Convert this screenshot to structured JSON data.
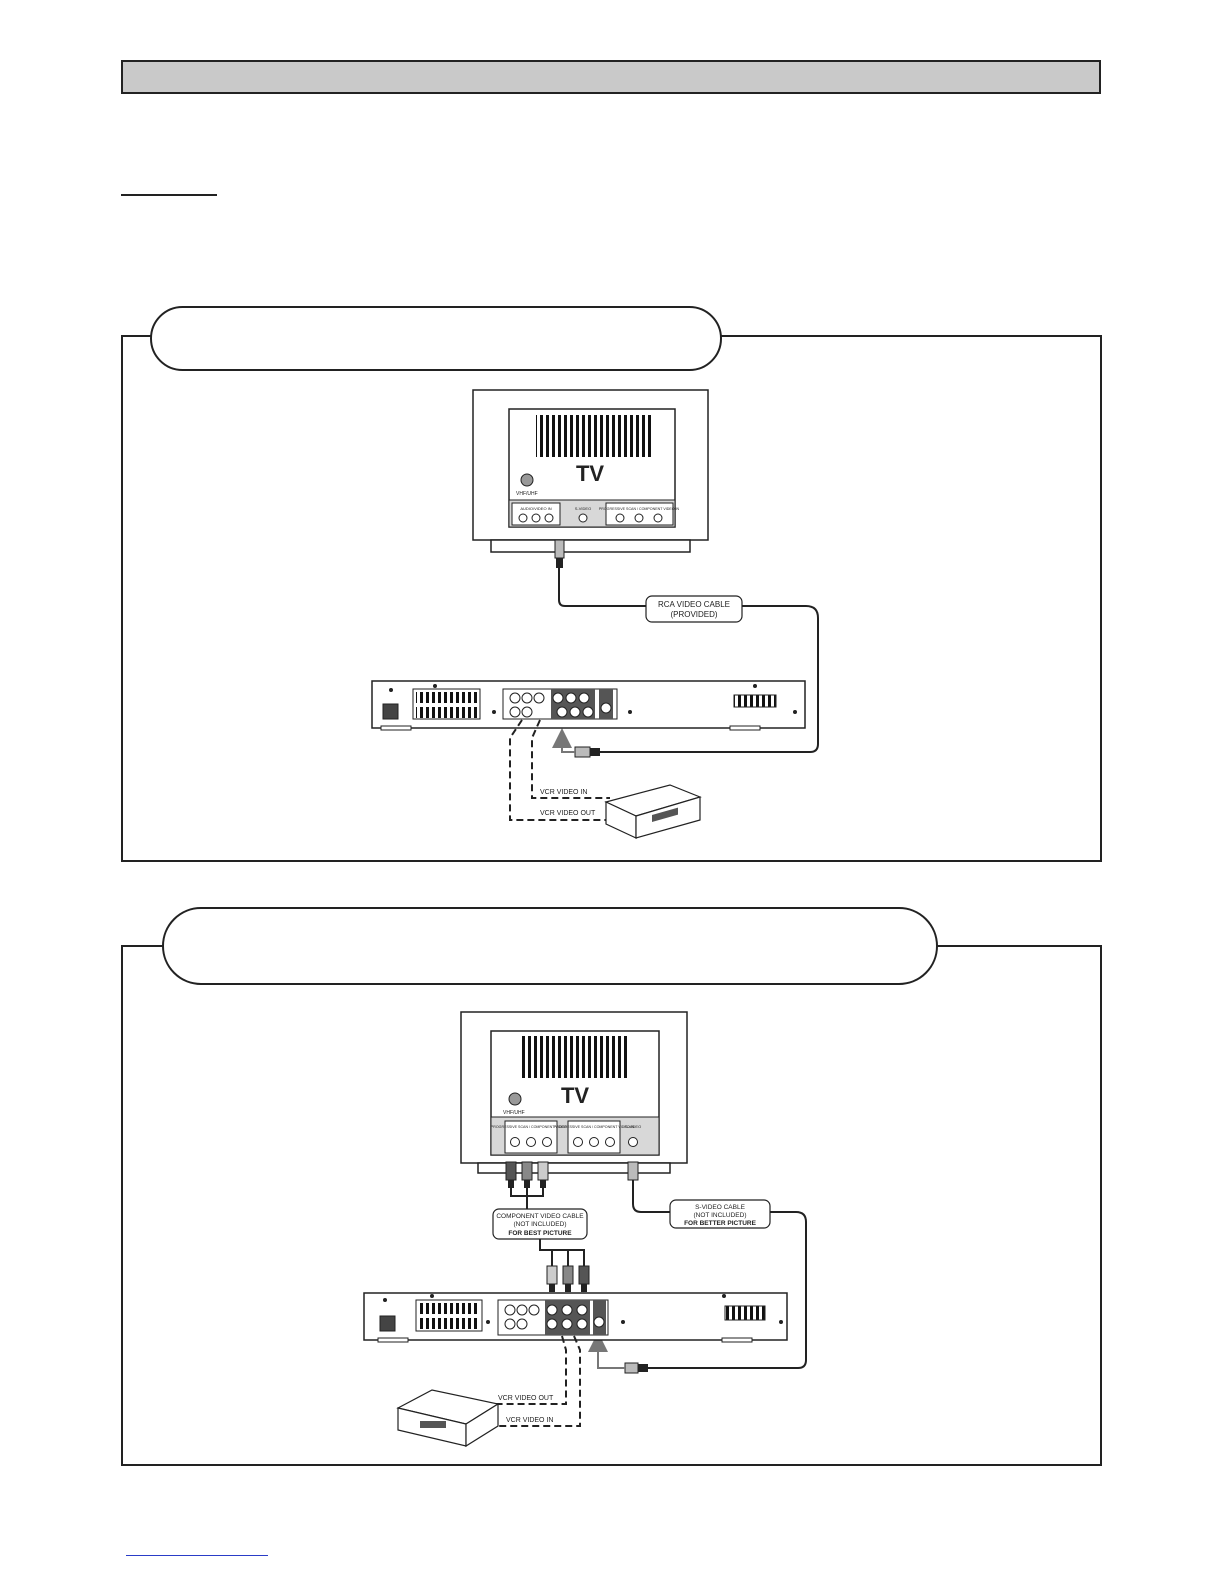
{
  "diagram1": {
    "tv_label": "TV",
    "tv_antenna_label": "VHF/UHF",
    "tv_audio_video_in": "AUDIO/VIDEO IN",
    "tv_svideo": "S-VIDEO",
    "tv_component_in": "PROGRESSIVE SCAN / COMPONENT VIDEO IN",
    "cable_label_line1": "RCA VIDEO CABLE",
    "cable_label_line2": "(PROVIDED)",
    "vcr_video_in": "VCR VIDEO IN",
    "vcr_video_out": "VCR VIDEO OUT"
  },
  "diagram2": {
    "tv_label": "TV",
    "tv_antenna_label": "VHF/UHF",
    "tv_component_in_1": "PROGRESSIVE SCAN / COMPONENT VIDEO IN",
    "tv_component_in_2": "PROGRESSIVE SCAN / COMPONENT VIDEO IN",
    "tv_svideo": "S-VIDEO",
    "component_cable_line1": "COMPONENT VIDEO CABLE",
    "component_cable_line2": "(NOT INCLUDED)",
    "component_cable_line3": "FOR BEST PICTURE",
    "svideo_cable_line1": "S-VIDEO CABLE",
    "svideo_cable_line2": "(NOT INCLUDED)",
    "svideo_cable_line3": "FOR BETTER PICTURE",
    "vcr_video_out": "VCR VIDEO OUT",
    "vcr_video_in": "VCR VIDEO IN"
  }
}
